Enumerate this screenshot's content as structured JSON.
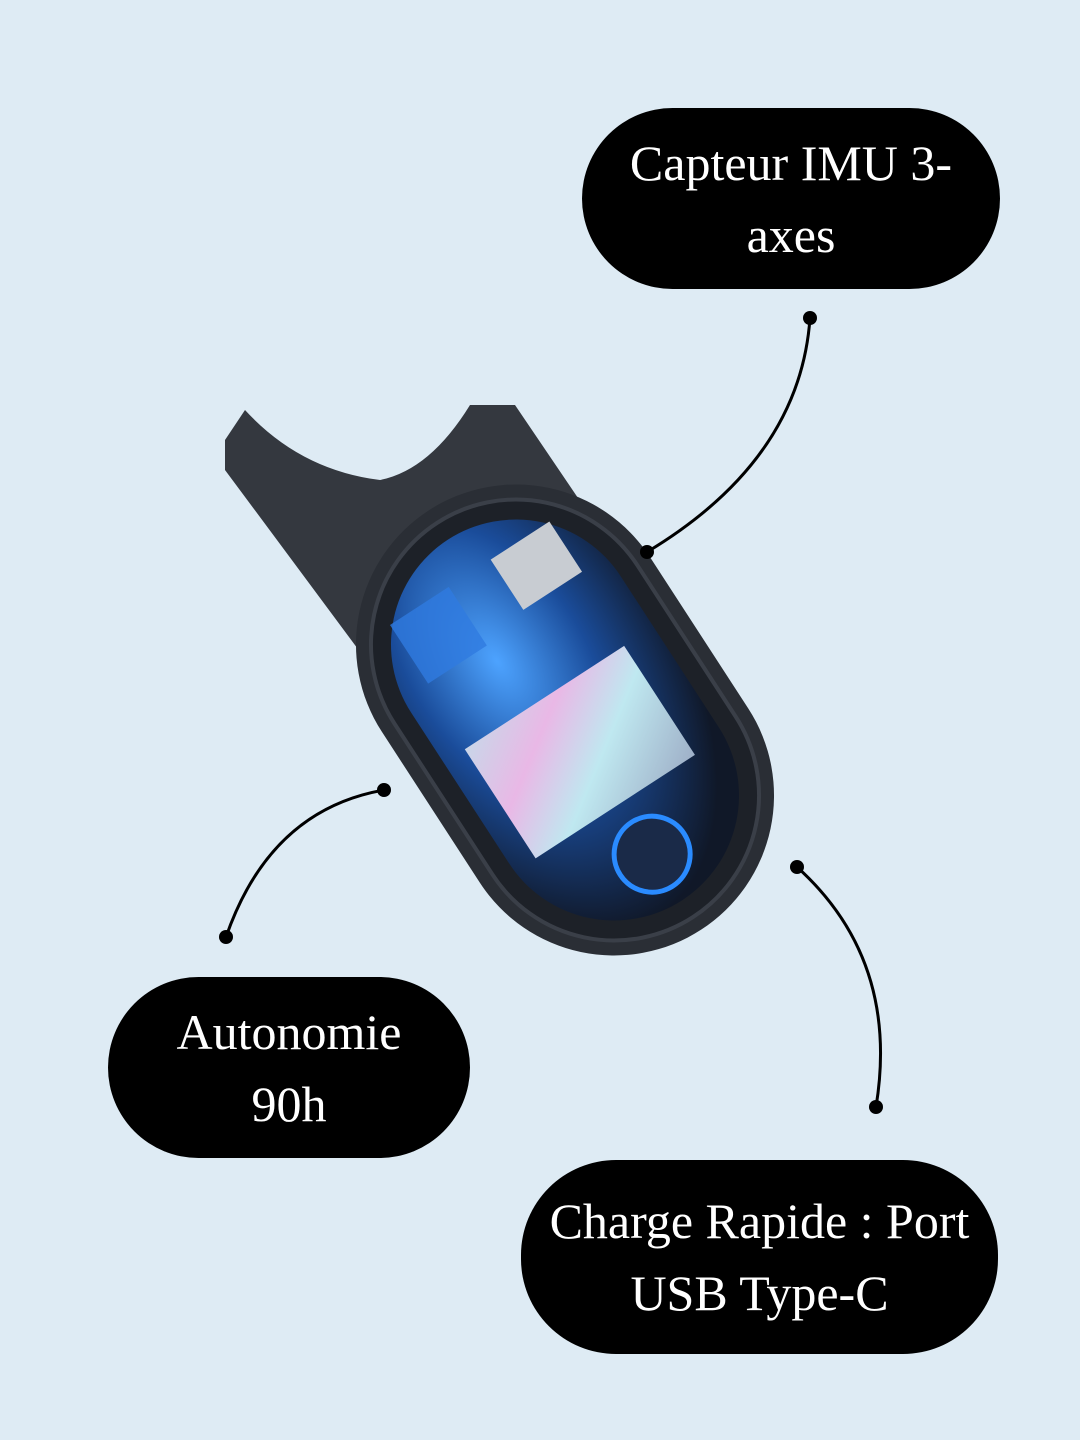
{
  "callouts": {
    "imu": {
      "text": "Capteur IMU 3-axes"
    },
    "battery": {
      "text": "Autonomie 90h"
    },
    "charge": {
      "text": "Charge Rapide : Port USB Type-C"
    }
  },
  "colors": {
    "background": "#deebf4",
    "callout_bg": "#000000",
    "callout_text": "#ffffff",
    "device_body": "#2c3038",
    "glow": "#2a7bff"
  }
}
